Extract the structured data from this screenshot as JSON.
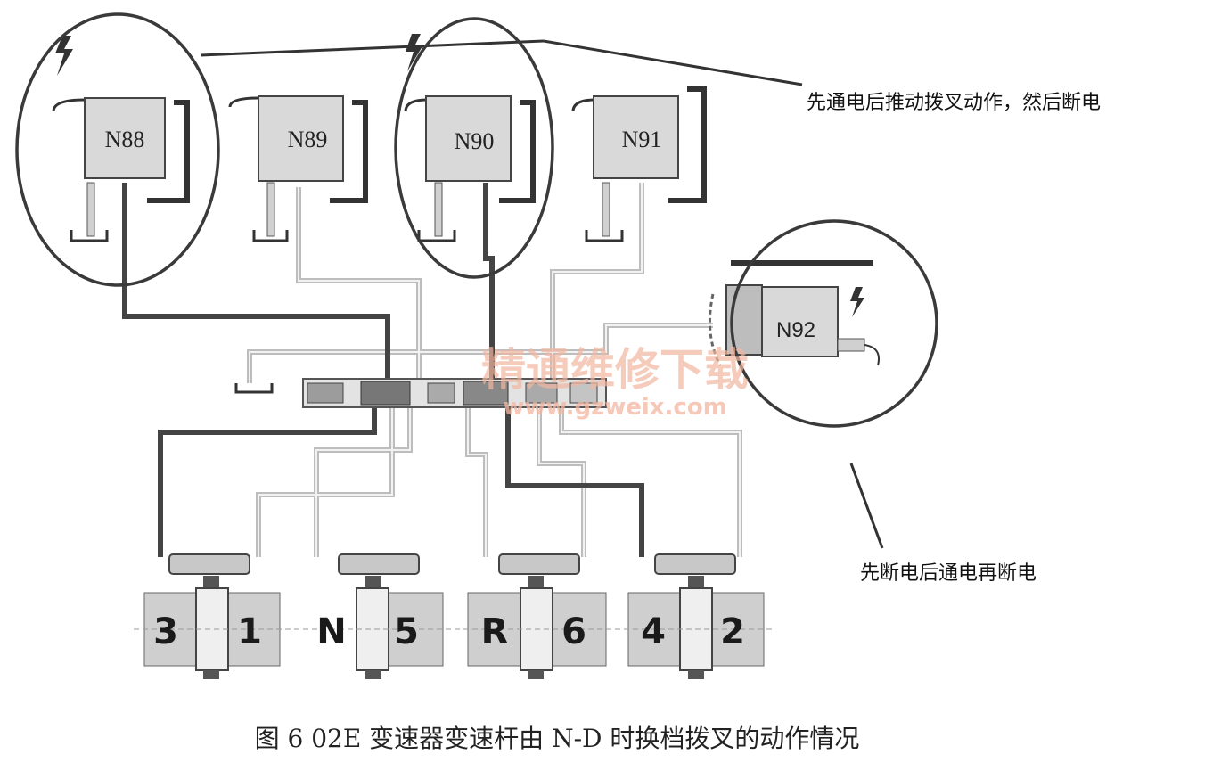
{
  "solenoids": [
    "N88",
    "N89",
    "N90",
    "N91"
  ],
  "solenoid_n92": "N92",
  "gear_labels": [
    "3",
    "1",
    "N",
    "5",
    "R",
    "6",
    "4",
    "2"
  ],
  "annotations": {
    "top_right": "先通电后推动拨叉动作，然后断电",
    "right": "先断电后通电再断电"
  },
  "watermark": {
    "line1": "精通维修下载",
    "line2": "www.gzweix.com"
  },
  "caption": "图 6   02E 变速器变速杆由 N-D 时换档拨叉的动作情况"
}
